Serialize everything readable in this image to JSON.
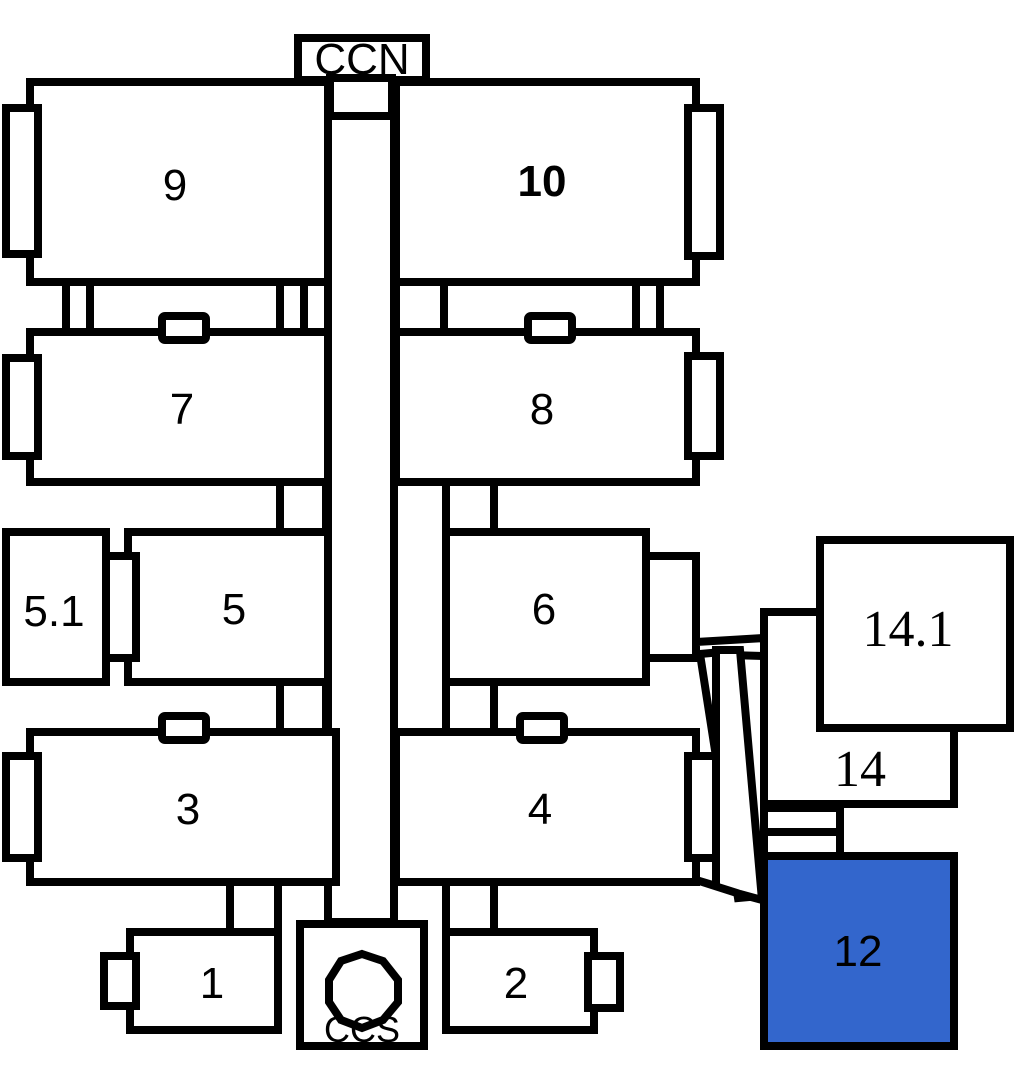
{
  "labels": {
    "ccn": "CCN",
    "ccs": "CCS",
    "m9": "9",
    "m10": "10",
    "m7": "7",
    "m8": "8",
    "m5_1": "5.1",
    "m5": "5",
    "m6": "6",
    "m14_1": "14.1",
    "m14": "14",
    "m3": "3",
    "m4": "4",
    "m1": "1",
    "m2": "2",
    "m12": "12"
  },
  "colors": {
    "highlight": "#3366cc",
    "stroke": "#000000",
    "fill": "#ffffff"
  },
  "icons": {
    "ccs_icon": "heptagon-icon"
  }
}
